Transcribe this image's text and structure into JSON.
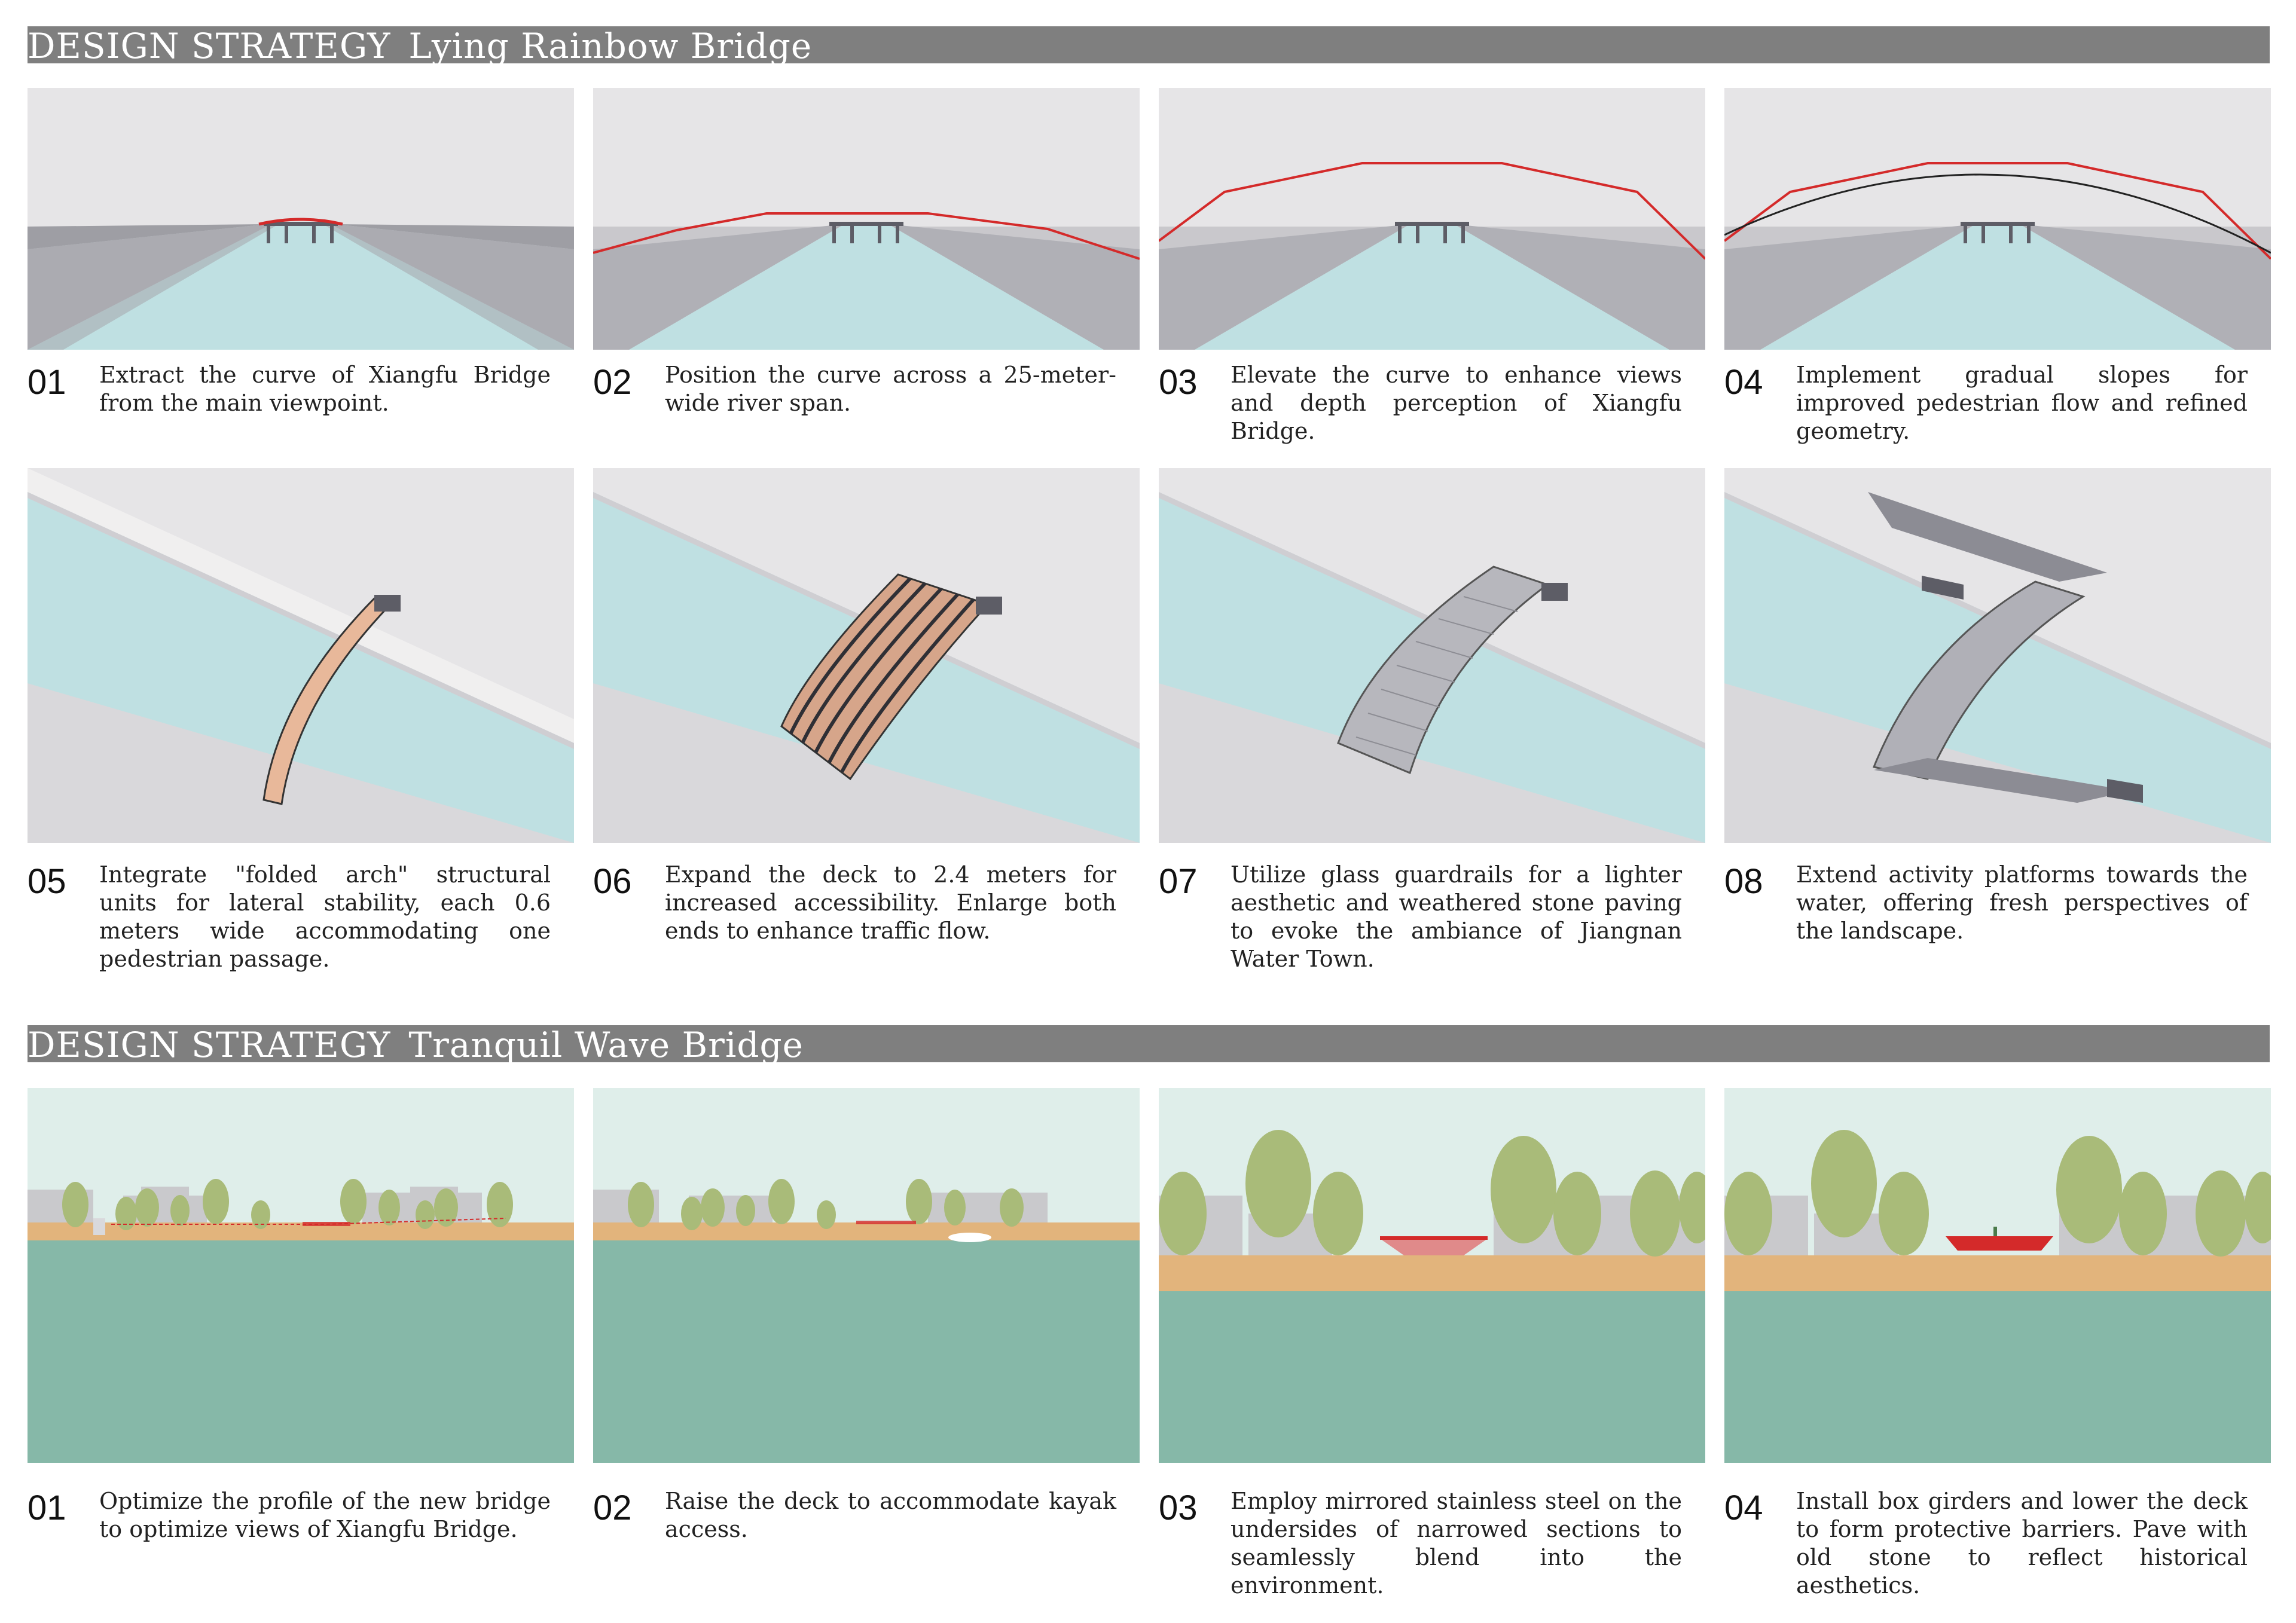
{
  "sections": [
    {
      "title": "DESIGN STRATEGY_Lying Rainbow Bridge",
      "steps": [
        {
          "num": "01",
          "text": "Extract the curve of Xiangfu Bridge from the main viewpoint."
        },
        {
          "num": "02",
          "text": "Position the curve across a 25-meter-wide river span."
        },
        {
          "num": "03",
          "text": "Elevate the curve to enhance views and depth perception of Xiangfu Bridge."
        },
        {
          "num": "04",
          "text": "Implement gradual slopes for improved pedestrian flow and refined geometry."
        },
        {
          "num": "05",
          "text": "Integrate \"folded arch\" structural units for lateral stability, each 0.6 meters wide accommodating one pedestrian passage."
        },
        {
          "num": "06",
          "text": "Expand the deck to 2.4 meters for increased accessibility. Enlarge both ends to enhance traffic flow."
        },
        {
          "num": "07",
          "text": "Utilize glass guardrails for a lighter aesthetic and weathered stone paving to evoke the ambiance of Jiangnan Water Town."
        },
        {
          "num": "08",
          "text": "Extend activity platforms towards the water, offering fresh perspectives of the landscape."
        }
      ]
    },
    {
      "title": "DESIGN STRATEGY_Tranquil Wave Bridge",
      "steps": [
        {
          "num": "01",
          "text": "Optimize the profile of the new bridge to optimize views of Xiangfu Bridge."
        },
        {
          "num": "02",
          "text": "Raise the deck to accommodate kayak access."
        },
        {
          "num": "03",
          "text": "Employ mirrored stainless steel on the undersides of narrowed sections to seamlessly blend into the environment."
        },
        {
          "num": "04",
          "text": "Install box girders and lower the deck to form protective barriers. Pave with old stone to reflect historical aesthetics."
        }
      ]
    }
  ],
  "colors": {
    "banner": "#7f7f7f",
    "curve_red": "#d42a2a",
    "river_light": "#b9dde0",
    "river_teal": "#86b8a8",
    "bank_sand": "#e2b47c",
    "sky_mint": "#dfeeea",
    "tree_green": "#a9bb79"
  }
}
